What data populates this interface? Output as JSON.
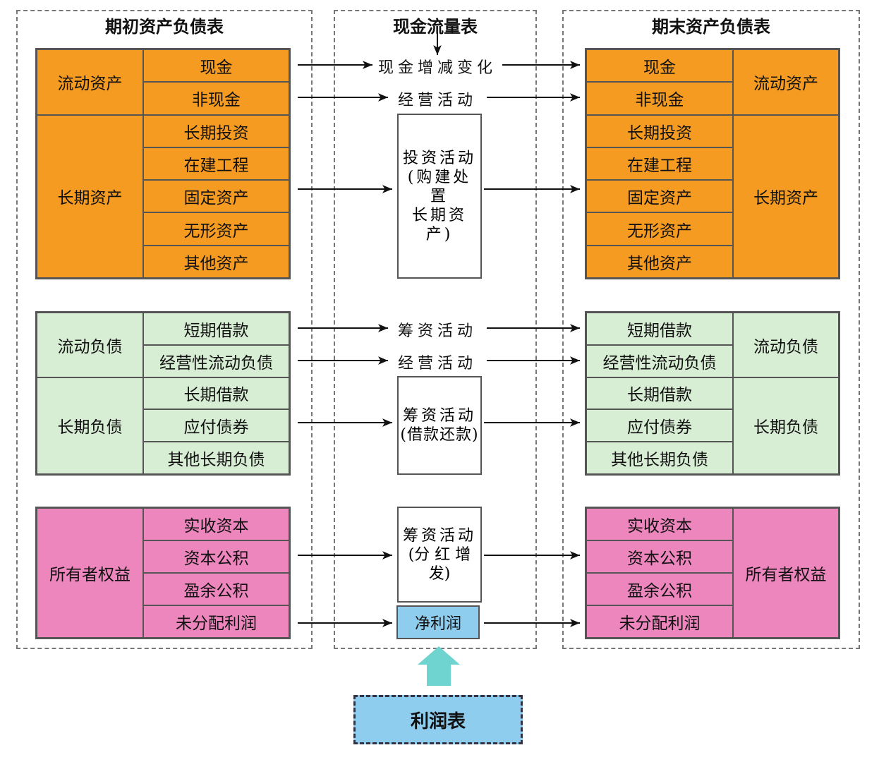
{
  "titles": {
    "opening": "期初资产负债表",
    "cashflow": "现金流量表",
    "closing": "期末资产负债表"
  },
  "assets": {
    "current": "流动资产",
    "long_term": "长期资产",
    "cash": "现金",
    "non_cash": "非现金",
    "lt_investment": "长期投资",
    "construction": "在建工程",
    "fixed_assets": "固定资产",
    "intangible": "无形资产",
    "other_assets": "其他资产"
  },
  "liabilities": {
    "current": "流动负债",
    "long_term": "长期负债",
    "short_loan": "短期借款",
    "operating_liab": "经营性流动负债",
    "long_loan": "长期借款",
    "bonds": "应付债券",
    "other_lt_liab": "其他长期负债"
  },
  "equity": {
    "group": "所有者权益",
    "paid_in": "实收资本",
    "capital_reserve": "资本公积",
    "surplus_reserve": "盈余公积",
    "retained": "未分配利润"
  },
  "flows": {
    "cash_change": "现金增减变化",
    "operating": "经营活动",
    "investing_1": "投资活动",
    "investing_2": "(购建处置",
    "investing_3": "长期资产)",
    "financing": "筹资活动",
    "operating_2": "经营活动",
    "fin_loan_1": "筹资活动",
    "fin_loan_2": "(借款还款)",
    "fin_div_1": "筹资活动",
    "fin_div_2": "(分 红 增 发)",
    "net_profit": "净利润"
  },
  "income_statement": "利润表",
  "colors": {
    "orange": "#f59b22",
    "green": "#d7edd4",
    "pink": "#ec86bd",
    "blue": "#8fcdee",
    "teal_arrow": "#6fd3d0"
  }
}
